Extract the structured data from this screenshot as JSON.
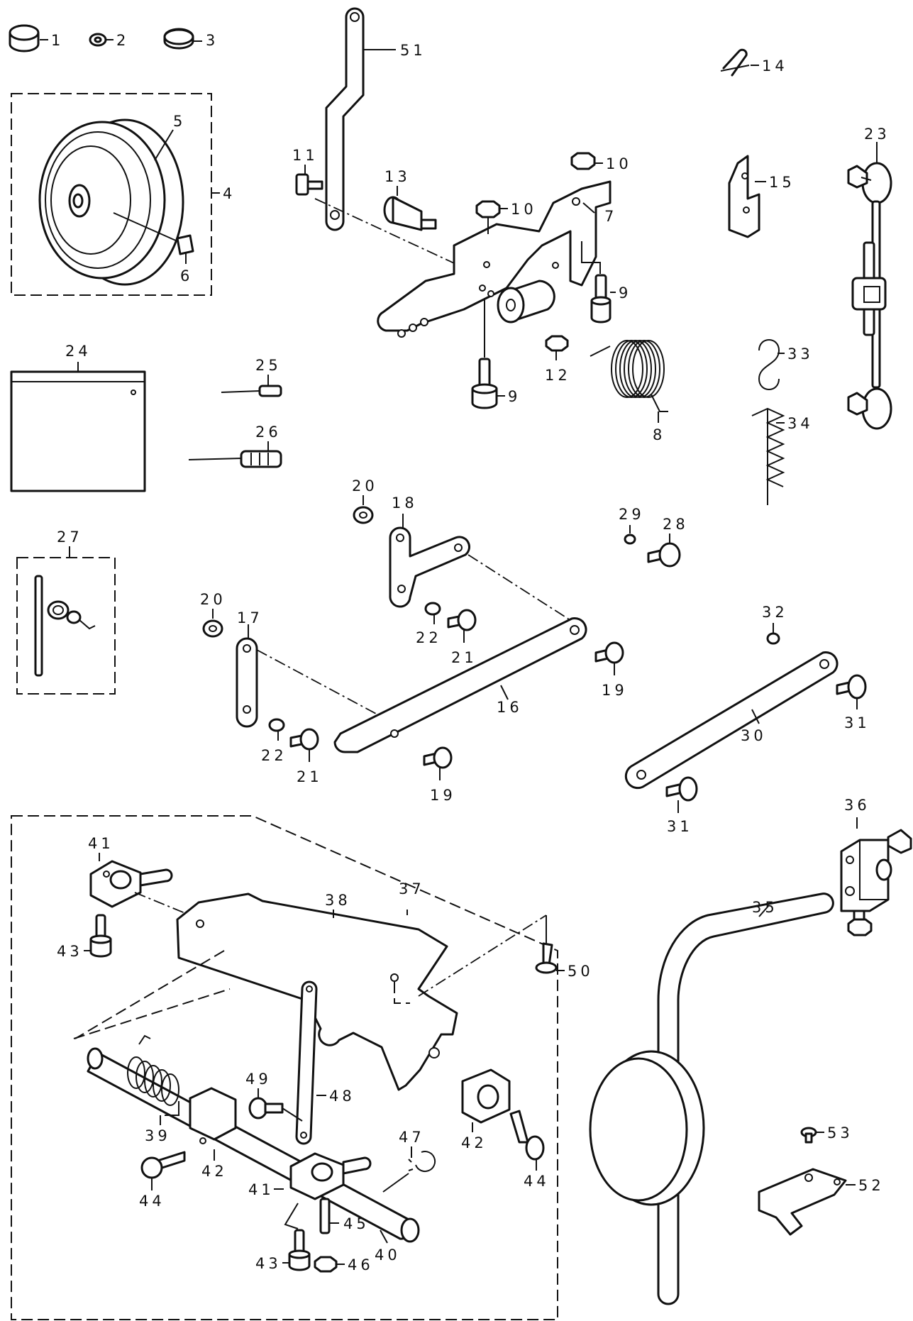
{
  "labels": {
    "p1": "1",
    "p2": "2",
    "p3": "3",
    "p4": "4",
    "p5": "5",
    "p6": "6",
    "p7": "7",
    "p8": "8",
    "p9a": "9",
    "p9b": "9",
    "p10a": "10",
    "p10b": "10",
    "p11": "11",
    "p12": "12",
    "p13": "13",
    "p14": "14",
    "p15": "15",
    "p16": "16",
    "p17": "17",
    "p18": "18",
    "p19a": "19",
    "p19b": "19",
    "p20a": "20",
    "p20b": "20",
    "p21a": "21",
    "p21b": "21",
    "p22a": "22",
    "p22b": "22",
    "p23": "23",
    "p24": "24",
    "p25": "25",
    "p26": "26",
    "p27": "27",
    "p28": "28",
    "p29": "29",
    "p30": "30",
    "p31a": "31",
    "p31b": "31",
    "p32": "32",
    "p33": "33",
    "p34": "34",
    "p35": "35",
    "p36": "36",
    "p37": "37",
    "p38": "38",
    "p39": "39",
    "p40": "40",
    "p41a": "41",
    "p41b": "41",
    "p42a": "42",
    "p42b": "42",
    "p43a": "43",
    "p43b": "43",
    "p44a": "44",
    "p44b": "44",
    "p45": "45",
    "p46": "46",
    "p47": "47",
    "p48": "48",
    "p49": "49",
    "p50": "50",
    "p51": "51",
    "p52": "52",
    "p53": "53"
  },
  "colors": {
    "ink": "#111111",
    "paper": "#ffffff"
  }
}
